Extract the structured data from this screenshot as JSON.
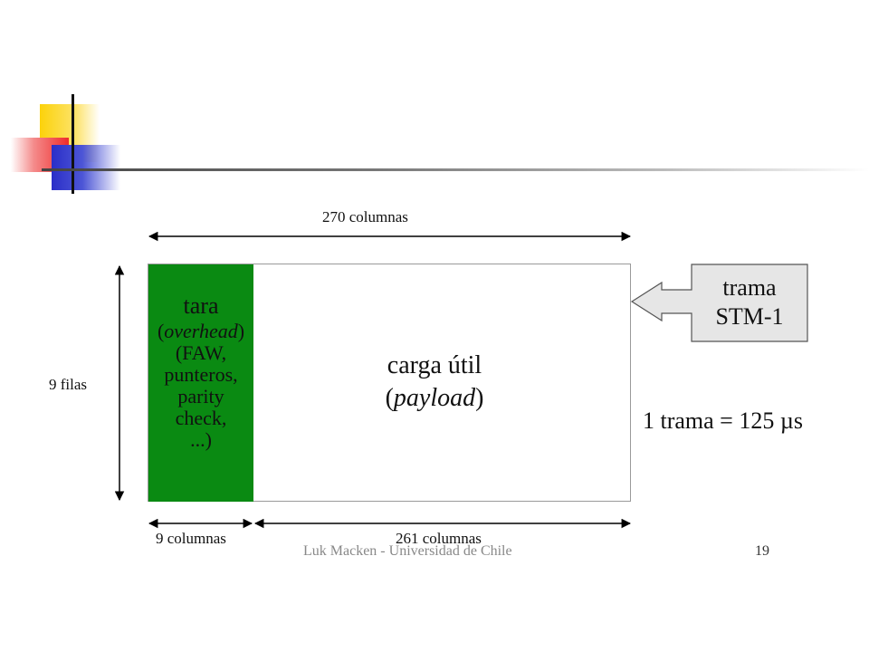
{
  "diagram": {
    "top_width_label": "270 columnas",
    "rows_label": "9 filas",
    "overhead": {
      "title": "tara",
      "subtitle": "overhead",
      "lines": [
        "(FAW,",
        "punteros,",
        "parity",
        "check,",
        "...)"
      ]
    },
    "payload": {
      "title": "carga útil",
      "subtitle": "payload"
    },
    "callout": {
      "line1": "trama",
      "line2": "STM-1"
    },
    "timing_label": "1 trama = 125 µs",
    "bottom_left_label": "9 columnas",
    "bottom_right_label": "261 columnas",
    "colors": {
      "overhead_fill": "#0a8a12",
      "callout_fill": "#e6e6e6",
      "border": "#9a9a9a"
    }
  },
  "footer": {
    "author": "Luk Macken - Universidad de Chile",
    "slide_number": "19"
  }
}
